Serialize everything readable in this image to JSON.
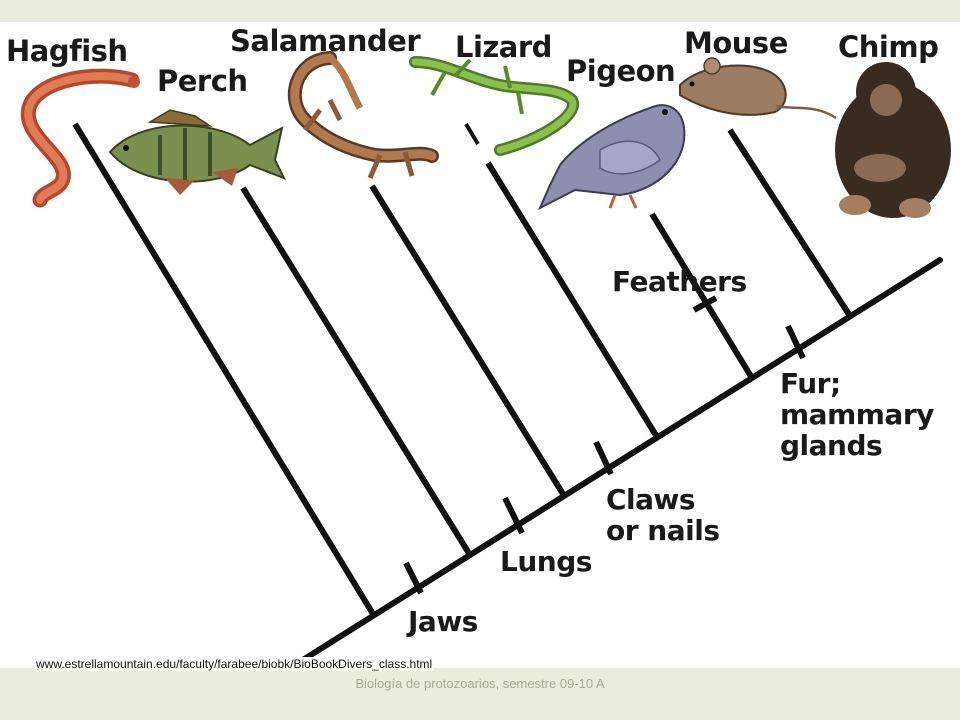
{
  "taxa": {
    "hagfish": "Hagfish",
    "perch": "Perch",
    "salamander": "Salamander",
    "lizard": "Lizard",
    "pigeon": "Pigeon",
    "mouse": "Mouse",
    "chimp": "Chimp"
  },
  "traits": {
    "jaws": "Jaws",
    "lungs": "Lungs",
    "claws": "Claws\nor nails",
    "feathers": "Feathers",
    "fur": "Fur;\nmammary\nglands"
  },
  "source": "www.estrellamountain.edu/faculty/farabee/biobk/BioBookDivers_class.html",
  "footer": "Biología de protozoarios, semestre 09-10 A",
  "colors": {
    "background": "#e9eddc",
    "canvas": "#ffffff",
    "line": "#111111",
    "footer_text": "#a6ab95"
  }
}
